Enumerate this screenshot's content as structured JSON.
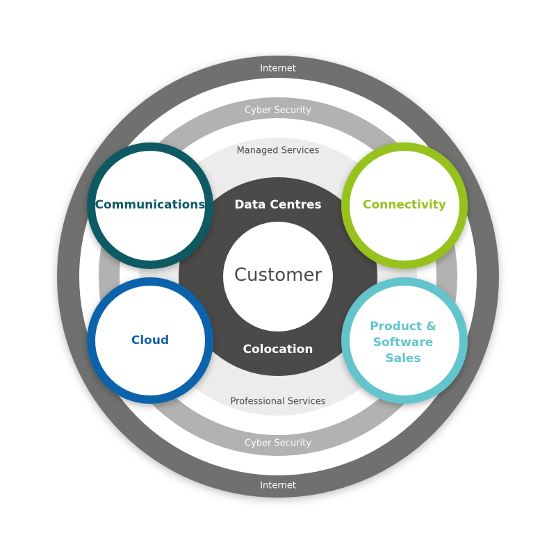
{
  "diagram": {
    "rings": {
      "internet": {
        "top_label": "Internet",
        "bottom_label": "Internet"
      },
      "cyber_security": {
        "top_label": "Cyber Security",
        "bottom_label": "Cyber Security"
      },
      "services": {
        "top_label": "Managed Services",
        "bottom_label": "Professional Services"
      }
    },
    "core": {
      "top_label": "Data Centres",
      "bottom_label": "Colocation",
      "center_label": "Customer"
    },
    "nodes": {
      "communications": {
        "label": "Communications"
      },
      "connectivity": {
        "label": "Connectivity"
      },
      "cloud": {
        "label": "Cloud"
      },
      "product_sales": {
        "lines": [
          "Product &",
          "Software",
          "Sales"
        ]
      }
    }
  },
  "colors": {
    "internet_ring": "#6f6f6e",
    "cyber_ring": "#b2b2b1",
    "services_ring": "#ececec",
    "core": "#4b4a49",
    "communications": "#0f5a63",
    "connectivity": "#97c11f",
    "cloud": "#1163ab",
    "product_sales": "#63c4cc",
    "ring_text_light": "#ffffff",
    "ring_text_dark": "#4b4a49",
    "center_text": "#4b4a49"
  }
}
